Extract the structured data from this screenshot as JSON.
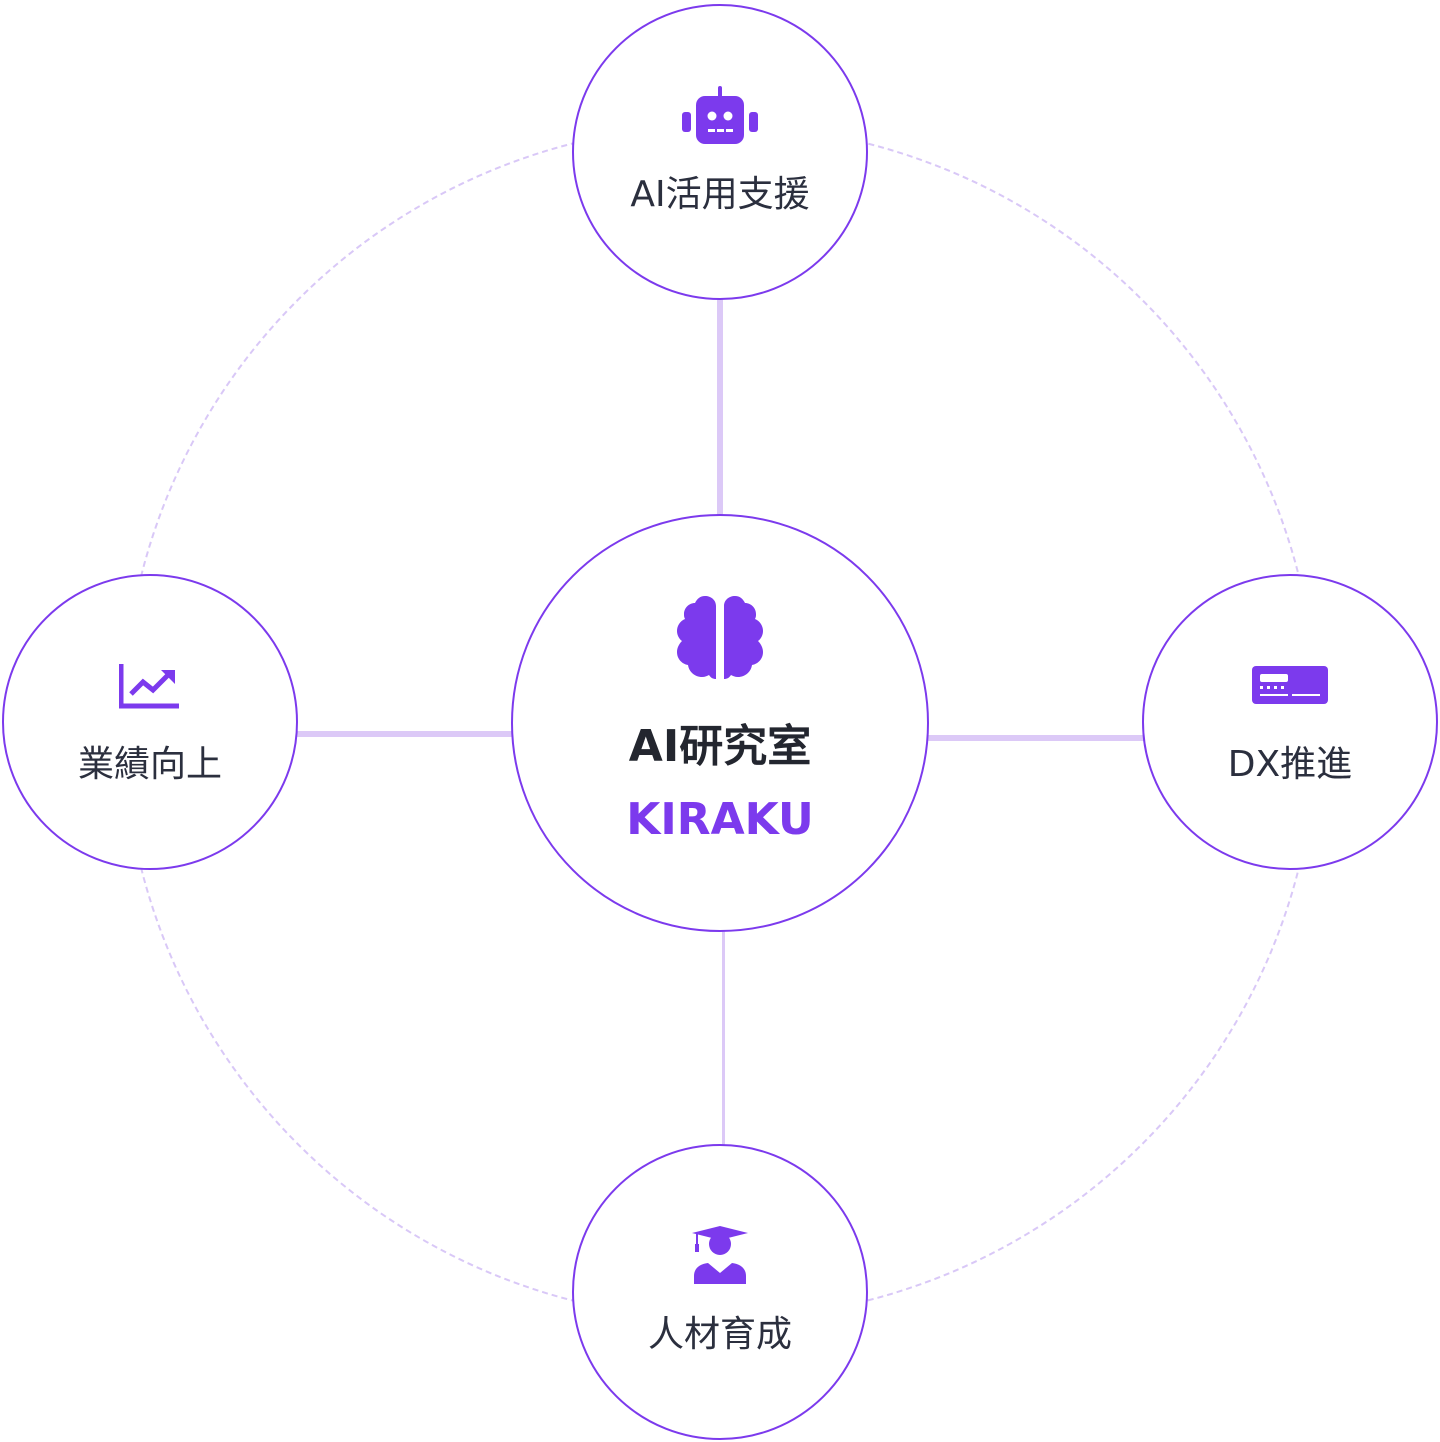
{
  "colors": {
    "accent": "#7c3aed",
    "connector": "#dcc9f7",
    "ring": "#d9c8f7",
    "text": "#2b2f3e"
  },
  "center": {
    "icon": "brain-icon",
    "title": "AI研究室",
    "subtitle": "KIRAKU"
  },
  "nodes": {
    "top": {
      "icon": "robot-icon",
      "label": "AI活用支援"
    },
    "right": {
      "icon": "keyboard-card-icon",
      "label": "DX推進"
    },
    "bottom": {
      "icon": "graduate-user-icon",
      "label": "人材育成"
    },
    "left": {
      "icon": "chart-line-icon",
      "label": "業績向上"
    }
  }
}
